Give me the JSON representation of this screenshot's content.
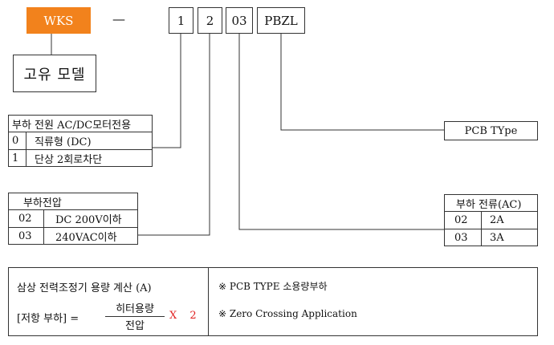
{
  "model_code": {
    "prefix": "WKS",
    "dash": "—",
    "parts": [
      "1",
      "2",
      "03",
      "PBZL"
    ]
  },
  "unique_model_label": "고유 모델",
  "load_power": {
    "title": "부하 전원 AC/DC모터전용",
    "rows": [
      {
        "code": "0",
        "desc": "직류형 (DC)"
      },
      {
        "code": "1",
        "desc": "단상 2회로차단"
      }
    ]
  },
  "load_voltage": {
    "title": "부하전압",
    "rows": [
      {
        "code": "02",
        "desc": "DC 200V이하"
      },
      {
        "code": "03",
        "desc": "240VAC이하"
      }
    ]
  },
  "pcb_type_label": "PCB TYpe",
  "load_current": {
    "title": "부하 전류(AC)",
    "rows": [
      {
        "code": "02",
        "desc": "2A"
      },
      {
        "code": "03",
        "desc": "3A"
      }
    ]
  },
  "calc": {
    "title": "삼상 전력조정기 용량 계산 (A)",
    "lhs": "[저항 부하] =",
    "numerator": "히터용량",
    "denominator": "전압",
    "multiplier": "X 2"
  },
  "notes": [
    "※ PCB TYPE 소용량부하",
    "※ Zero Crossing Application"
  ]
}
